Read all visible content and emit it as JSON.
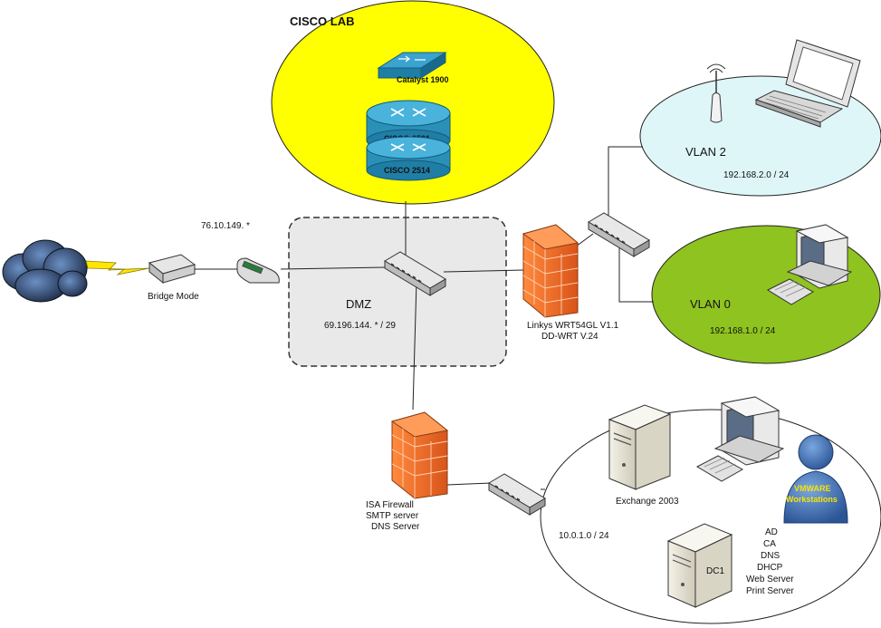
{
  "labels": {
    "cisco_lab": "CISCO LAB",
    "catalyst": "Catalyst 1900",
    "cisco2501": "CISCO 2501",
    "cisco2514": "CISCO 2514",
    "wan_ip": "76.10.149. *",
    "bridge_mode": "Bridge Mode",
    "dmz": "DMZ",
    "dmz_ip": "69.196.144. * / 29",
    "linksys_line1": "Linkys WRT54GL V1.1",
    "linksys_line2": "DD-WRT V.24",
    "vlan2": "VLAN 2",
    "vlan2_ip": "192.168.2.0 / 24",
    "vlan0": "VLAN 0",
    "vlan0_ip": "192.168.1.0 / 24",
    "isa_line1": "ISA Firewall",
    "isa_line2": "SMTP server",
    "isa_line3": "DNS Server",
    "exchange": "Exchange 2003",
    "lan_ip": "10.0.1.0 / 24",
    "dc1": "DC1",
    "vmware_line1": "VMWARE",
    "vmware_line2": "Workstations",
    "dc_roles": [
      "AD",
      "CA",
      "DNS",
      "DHCP",
      "Web Server",
      "Print Server"
    ]
  },
  "colors": {
    "cisco_lab_fill": "#ffff00",
    "vlan2_fill": "#dff6f9",
    "vlan0_fill": "#8fc31f",
    "dmz_fill": "#e9e9e9",
    "firewall": "#f26b21",
    "router_blue": "#2b90b8",
    "vmware_user": "#3b6fb5",
    "vmware_text": "#f5e400"
  },
  "icons": [
    "cloud-icon",
    "lightning-icon",
    "modem-icon",
    "switch-icon",
    "firewall-icon",
    "router-icon",
    "laptop-icon",
    "access-point-icon",
    "workstation-icon",
    "server-icon",
    "user-icon"
  ]
}
